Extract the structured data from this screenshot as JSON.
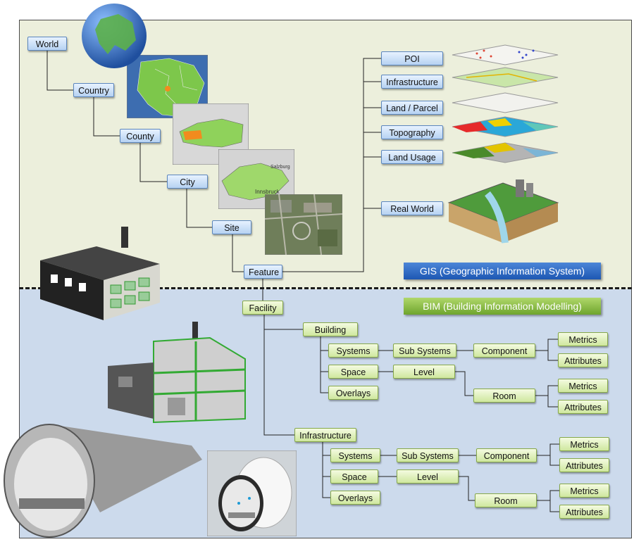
{
  "banners": {
    "gis": "GIS (Geographic  Information System)",
    "bim": "BIM (Building Information Modelling)"
  },
  "hierarchy": {
    "world": "World",
    "country": "Country",
    "county": "County",
    "city": "City",
    "site": "Site",
    "feature": "Feature",
    "facility": "Facility"
  },
  "map_labels": {
    "salzburg": "Salzburg",
    "innsbruck": "Innsbruck"
  },
  "gis_layers": [
    "POI",
    "Infrastructure",
    "Land / Parcel",
    "Topography",
    "Land Usage",
    "Real World"
  ],
  "building": {
    "label": "Building",
    "systems": "Systems",
    "sub_systems": "Sub Systems",
    "component": "Component",
    "space": "Space",
    "level": "Level",
    "room": "Room",
    "overlays": "Overlays",
    "metrics_1": "Metrics",
    "attributes_1": "Attributes",
    "metrics_2": "Metrics",
    "attributes_2": "Attributes"
  },
  "infrastructure": {
    "label": "Infrastructure",
    "systems": "Systems",
    "sub_systems": "Sub Systems",
    "component": "Component",
    "space": "Space",
    "level": "Level",
    "room": "Room",
    "overlays": "Overlays",
    "metrics_1": "Metrics",
    "attributes_1": "Attributes",
    "metrics_2": "Metrics",
    "attributes_2": "Attributes"
  },
  "colors": {
    "gis_panel": "#ecefdc",
    "bim_panel": "#ccdaec",
    "gis_banner": "#1d57b3",
    "bim_banner": "#6ea52d",
    "blue_node": "#b6d2f2",
    "green_node": "#cfe79e"
  }
}
